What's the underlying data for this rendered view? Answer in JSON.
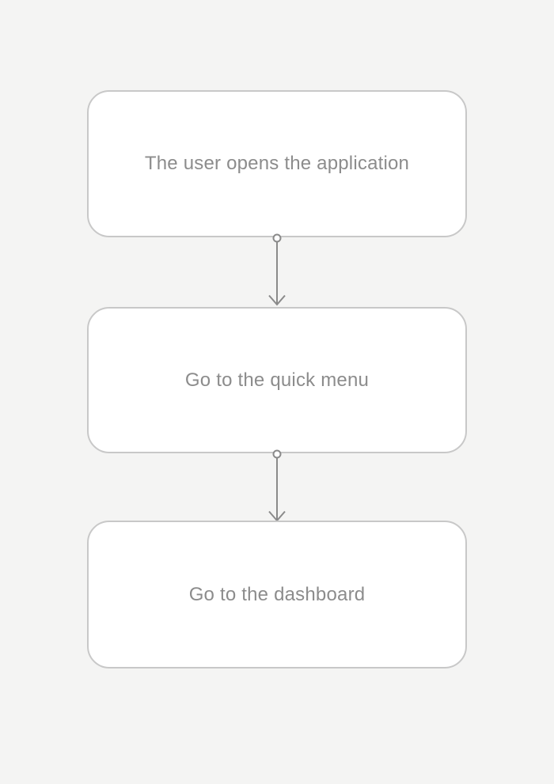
{
  "theme": {
    "bg": "#f4f4f3",
    "node_fill": "#ffffff",
    "node_border": "#c8c8c8",
    "text_color": "#8c8c8c",
    "arrow_color": "#8a8a8a"
  },
  "diagram": {
    "type": "flowchart",
    "direction": "top-down",
    "nodes": [
      {
        "id": "node-1",
        "label": "The user opens the application"
      },
      {
        "id": "node-2",
        "label": "Go to the quick menu"
      },
      {
        "id": "node-3",
        "label": "Go to the dashboard"
      }
    ],
    "edges": [
      {
        "from": "node-1",
        "to": "node-2",
        "style": "arrow-with-start-dot"
      },
      {
        "from": "node-2",
        "to": "node-3",
        "style": "arrow-with-start-dot"
      }
    ]
  }
}
